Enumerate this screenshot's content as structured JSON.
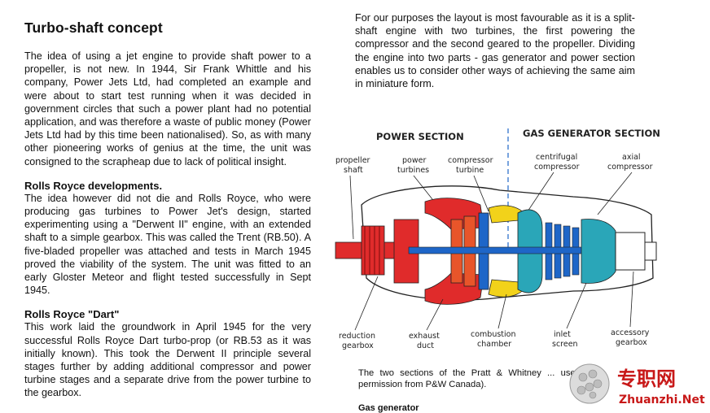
{
  "left": {
    "title": "Turbo-shaft concept",
    "intro": "The idea of using a jet engine to provide shaft power to a propeller, is not new. In 1944, Sir Frank Whittle and his company, Power Jets Ltd, had completed an example and were about to start test running when it was decided in government circles that such a power plant had no potential application, and was therefore a waste of public money (Power Jets Ltd had by this time been nationalised). So, as with many other pioneering works of genius at the time, the unit was consigned to the scrapheap due to lack of political insight.",
    "rr_heading": "Rolls Royce developments.",
    "rr_text": "The idea however did not die and Rolls Royce, who were producing gas turbines to Power Jet's design, started experimenting using a \"Derwent II\" engine, with an extended shaft to a simple gearbox. This was called the Trent (RB.50). A five-bladed propeller was attached and tests in March 1945 proved the viability of the system. The unit was fitted to an early Gloster Meteor and flight tested successfully in Sept 1945.",
    "dart_heading": "Rolls Royce \"Dart\"",
    "dart_text": "This work laid the groundwork in April 1945 for the very successful Rolls Royce Dart turbo-prop (or RB.53 as it was initially known). This took the Derwent II principle several stages further by adding additional compressor and power turbine stages and a separate drive from the power turbine to the gearbox."
  },
  "right": {
    "text": "For our purposes the layout is most favourable as it is a split-shaft engine with two turbines, the first powering the compressor and the second geared to the propeller. Dividing the engine into two parts - gas generator and power section enables us to consider other ways of achieving the same aim in miniature form.",
    "caption": "The two sections of the Pratt & Whitney ... used with permission from P&W Canada).",
    "next_heading": "Gas generator"
  },
  "figure": {
    "power_section": "POWER SECTION",
    "gas_generator_section": "GAS GENERATOR SECTION",
    "labels_top": {
      "propeller_shaft_1": "propeller",
      "propeller_shaft_2": "shaft",
      "power_turbines_1": "power",
      "power_turbines_2": "turbines",
      "compressor_turbine_1": "compressor",
      "compressor_turbine_2": "turbine",
      "centrifugal_compressor_1": "centrifugal",
      "centrifugal_compressor_2": "compressor",
      "axial_compressor_1": "axial",
      "axial_compressor_2": "compressor"
    },
    "labels_bottom": {
      "reduction_gearbox_1": "reduction",
      "reduction_gearbox_2": "gearbox",
      "exhaust_duct_1": "exhaust",
      "exhaust_duct_2": "duct",
      "combustion_chamber_1": "combustion",
      "combustion_chamber_2": "chamber",
      "inlet_screen_1": "inlet",
      "inlet_screen_2": "screen",
      "accessory_gearbox_1": "accessory",
      "accessory_gearbox_2": "gearbox"
    },
    "colors": {
      "hot": "#e02b2b",
      "combustion": "#f2d21a",
      "cold": "#1e66c8",
      "teal": "#2aa6b8",
      "outline": "#222222"
    }
  },
  "watermark": {
    "cn": "专职网",
    "url": "Zhuanzhi.Net"
  }
}
